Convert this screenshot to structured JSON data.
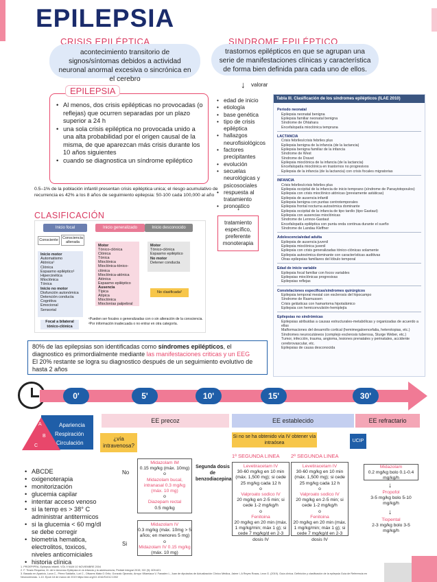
{
  "title": "EPILEPSIA",
  "crisis": {
    "heading": "CRISIS EPILÉPTICA",
    "text": "acontecimiento transitorio de signos/síntomas debidos a actividad neuronal anormal excesiva o sincrónica en el cerebro"
  },
  "sindrome": {
    "heading": "SINDROME EPILÉPTICO",
    "text": "trastornos epilépticos en que se agrupan una serie de manifestaciones clínicas y característica de forma bien definida para cada uno de ellos."
  },
  "epilepsia_box": {
    "heading": "EPILEPSIA",
    "items": [
      "Al menos, dos crisis epilépticas no provocadas (o reflejas) que ocurren separadas por un plazo superior a 24 h",
      "una sola crisis epiléptica no provocada unido a una alta probabilidad por el origen causal de la misma, de que aparezcan más crisis durante los 10 años siguientes",
      "cuando se diagnostica un síndrome epiléptico"
    ]
  },
  "prevalence": "0.5–1% de la población infantil presentan crisis epiléptica unica; el riesgo acumulativo de recurrencia es 42% a los 8 años de seguimiento epilepsia: 50-100 cada 100,000 al año",
  "valorar": {
    "label": "valorar",
    "items": [
      "edad de inicio",
      "etiología",
      "base genética",
      "tipo de crisis epiléptica",
      "hallazgos neurofisiológicos",
      "factores precipitantes",
      "evolución",
      "secuelas neurológicas y psicosociales",
      "respuesta al tratamiento",
      "pronostico"
    ],
    "tratamiento": "tratamiento específico, preferente monoterapia"
  },
  "table3": {
    "header": "Tabla III. Clasificación de los síndromes epilépticos (ILAE 2010)",
    "sections": [
      {
        "title": "Periodo neonatal",
        "items": [
          "Epilepsia neonatal benigna",
          "Epilepsia familiar neonatal benigna",
          "Síndrome de Ohtahara",
          "Encefalopatía mioclónica temprana"
        ]
      },
      {
        "title": "LACTANCIA",
        "items": [
          "Crisis febriles/crisis febriles plus",
          "Epilepsia benigna de la infancia (de la lactancia)",
          "Epilepsia benigna familiar de la infancia",
          "Síndrome de West",
          "Síndrome de Dravet",
          "Epilepsia mioclónica de la infancia (de la lactancia)",
          "Encefalopatía mioclónica en trastornos no progresivos",
          "Epilepsia de la infancia (de la lactancia) con crisis focales migratorias"
        ]
      },
      {
        "title": "INFANCIA",
        "items": [
          "Crisis febriles/crisis febriles plus",
          "Epilepsia occipital de la infancia de inicio temprano (síndrome de Panayiotopoulos)",
          "Epilepsia con crisis mioclónico atónicas (previamente astáticas)",
          "Epilepsia de ausencia infantil",
          "Epilepsia benigna con puntas centrotemporales",
          "Epilepsia frontal nocturna autosómica dominante",
          "Epilepsia occipital de la infancia de tipo tardío (tipo Gastaut)",
          "Epilepsia con ausencias mioclónicas",
          "Síndrome de Lennox-Gastaut",
          "Encefalopatía epiléptica con punta onda continua durante el sueño",
          "Síndrome de Landau Kleffner"
        ]
      },
      {
        "title": "Adolescencia/edad adulta",
        "items": [
          "Epilepsia de ausencia juvenil",
          "Epilepsia mioclónica juvenil",
          "Epilepsia con crisis generalizadas tónico-clónicas solamente",
          "Epilepsia autosómica dominante con características auditivas",
          "Otras epilepsias familiares del lóbulo temporal"
        ]
      },
      {
        "title": "Edad de inicio variable",
        "items": [
          "Epilepsia focal familiar con focos variables",
          "Epilepsias mioclónicas progresivas",
          "Epilepsias reflejas"
        ]
      },
      {
        "title": "Constelaciones específicas/síndromes quirúrgicos",
        "items": [
          "Epilepsia temporal mesial con esclerosis del hipocampo",
          "Síndrome de Rasmussen",
          "Crisis gelásticas con hamartoma hipotalámico",
          "Epilepsia con hemiconvulsión-hemiplejía"
        ]
      },
      {
        "title": "Epilepsias no sindrómicas",
        "items": [
          "Epilepsias atribuidas a causas estructurales-metabólicas y organizadas de acuerdo a ellas",
          "Malformaciones del desarrollo cortical (hemimegaloencefalia, heterotopias, etc.)",
          "Síndromes neurocutáneos (complejo esclerosis tuberosa, Sturge Weber, etc.)",
          "Tumor, infección, trauma, angioma, lesiones prenatales y perinatales, accidente cerebrovascular, etc.",
          "Epilepsias de causa desconocida"
        ]
      }
    ]
  },
  "clasificacion": {
    "heading": "CLASIFICACIÓN",
    "focal": "Inicio focal",
    "generalizado": "Inicio generalizado",
    "desconocido": "Inicio desconocido",
    "consciente": "Consciente",
    "consciencia_alterada": "Consciencia alterada",
    "focal_list": [
      "Inicio motor",
      "Automatismo",
      "Atónica¹",
      "Clónica",
      "Espasmo epiléptico¹",
      "Hipercinética",
      "Mioclónica",
      "Tónica",
      "Inicio no motor",
      "Disfunción autonómica",
      "Detención conducta",
      "Cognitiva",
      "Emocional",
      "Sensorial"
    ],
    "focal_bottom": "Focal a bilateral tónico-clónica",
    "gen_list": [
      "Motor",
      "Tónico-clónica",
      "Clónica",
      "Tónica",
      "Mioclónica",
      "Mioclónica-tónico-clónica",
      "Mioclónica-atónica",
      "Atónica",
      "Espasmo epiléptico",
      "Ausencia",
      "Típica",
      "Atípica",
      "Mioclónica",
      "Mioclonías palpebral"
    ],
    "des_list": [
      "Motor",
      "Tónico-clónica",
      "Espasmo epiléptico",
      "No motor",
      "Detener conducta"
    ],
    "no_clasificada": "No clasificada²",
    "footnote1": "¹Pueden ser focales o generalizadas con o sin alteración de la consciencia.",
    "footnote2": "²Por información inadecuada o no entrar en otra categoría."
  },
  "diag": {
    "p1a": "80% de las epilepsias son identificadas como ",
    "p1b": "síndromes epilépticos",
    "p1c": ", el diagnostico es primordialmente mediante ",
    "p1d": "las manifestaciones criticas y un EEG",
    "p2": "El 20% restante se logra su diagnostico después de un seguimiento evolutivo de hasta 2 años"
  },
  "timeline": [
    "0'",
    "5'",
    "10'",
    "15'",
    "30'"
  ],
  "abc": {
    "a": "A",
    "b": "B",
    "c": "C",
    "apariencia": "Apariencia",
    "respiracion": "Respiración",
    "circulacion": "Circulación",
    "list": [
      "ABCDE",
      "oxigenoterapia",
      "monitorización",
      "glucemia capilar",
      "intentar acceso venoso",
      "si la temp es > 38° C administrar antitermicos",
      "si la glucemia < 60 mg/dl se debe corregir",
      "biometria hematica, electrolitos, toxicos, niveles anticomiciales",
      "historia clínica"
    ]
  },
  "phases": {
    "precoz": "EE precoz",
    "establecido": "EE establecido",
    "refractario": "EE refractario"
  },
  "via": "¿vía intravenosa?",
  "no": "No",
  "si": "Si",
  "no_box": {
    "l1": "Midazolam IM",
    "l2": "0.15 mg/kg (máx. 10mg)",
    "l3": "o",
    "l4": "Midazolam bucal, intranasal 0.3 mg/kg (máx. 10 mg)",
    "l5": "o",
    "l6": "Diazepam rectal",
    "l7": "0.5 mg/kg"
  },
  "si_box": {
    "l1": "Midazolam IV",
    "l2": "0.3 mg/kg (máx. 10mg > 5 años; en menores 5 mg)",
    "l3": "o",
    "l4": "Midazolam IV 0.15 mg/kg",
    "l5": "(máx. 10 mg)"
  },
  "segunda_dosis": "Segunda dosis de benzodiacepina",
  "no_via_iv": "Si no se ha obtenido vía IV obtener vía intraósea",
  "primera": {
    "head": "1ª SEGUNDA LINEA",
    "lev": "Levetiracetam IV",
    "lev_d": "30-60 mg/kg en 10 min (máx. 1,500 mg); si cede 25 mg/kg cada 12 h",
    "o1": "o",
    "val": "Valproato sodico IV",
    "val_d": "20 mg/kg en 2-5 min; si cede 1-2 mg/kg/h",
    "o2": "o",
    "fen": "Fenitoina",
    "fen_d": "20 mg/kg en 20 min (máx. 1 mg/kg/min; máx 1 g); si cede 7 mg/kg/d en 2-3 dosis IV"
  },
  "segunda": {
    "head": "2ª SEGUNDA LINEA",
    "lev": "Levetiracetam IV",
    "lev_d": "30-60 mg/kg en 10 min (máx. 1,500 mg); si cede 25 mg/kg cada 12 h",
    "o1": "o",
    "val": "Valproato sodico IV",
    "val_d": "20 mg/kg en 2-5 min; si cede 1-2 mg/kg/h",
    "o2": "o",
    "fen": "Fenitoina",
    "fen_d": "20 mg/kg en 20 min (máx. 1 mg/kg/min; máx 1 g); si cede 7 mg/kg/d en 2-3 dosis IV"
  },
  "ucip": "UCIP",
  "refract": {
    "mid": "Midazolam",
    "mid_d": "0.2 mg/kg bolo 0.1-0.4 mg/kg/h",
    "pro": "Propofol",
    "pro_d": "3-5 mg/kg bolo 5-10 mg/kg/h",
    "tio": "Tiopental",
    "tio_d": "2-3 mg/kg bolo 3-5 mg/kg/h"
  },
  "refs": [
    "1. PROEPIPRA, Epilepsia infantil. VOL 9 NUM 10 NOVIEMBRE 2004",
    "2. F. Tirado Requena, M. del e Amoroso Epilepsia en la infancia y la adolescencia, Pediatr Integral 2015; XIX (9): 609-621",
    "3. Basado en Aparicio, Luna C., Pérez Saldaña, Luri C., Olivares Mata G Ortiz, Gonzalo Ojeando, Arroyo Villamiaca V, Fanadex L, Juan de diputados de Actualización Clínico Médica, Jaime I, A Reyes Rosas, Leon G. (2019). Guía clínica. Definición y clasificación de la epilepsia Guía de Referencia en Neurociencias. 1-10. Epub 18 de marzo de 2019 https://doi.org/10.1016/S1012.1002"
  ]
}
